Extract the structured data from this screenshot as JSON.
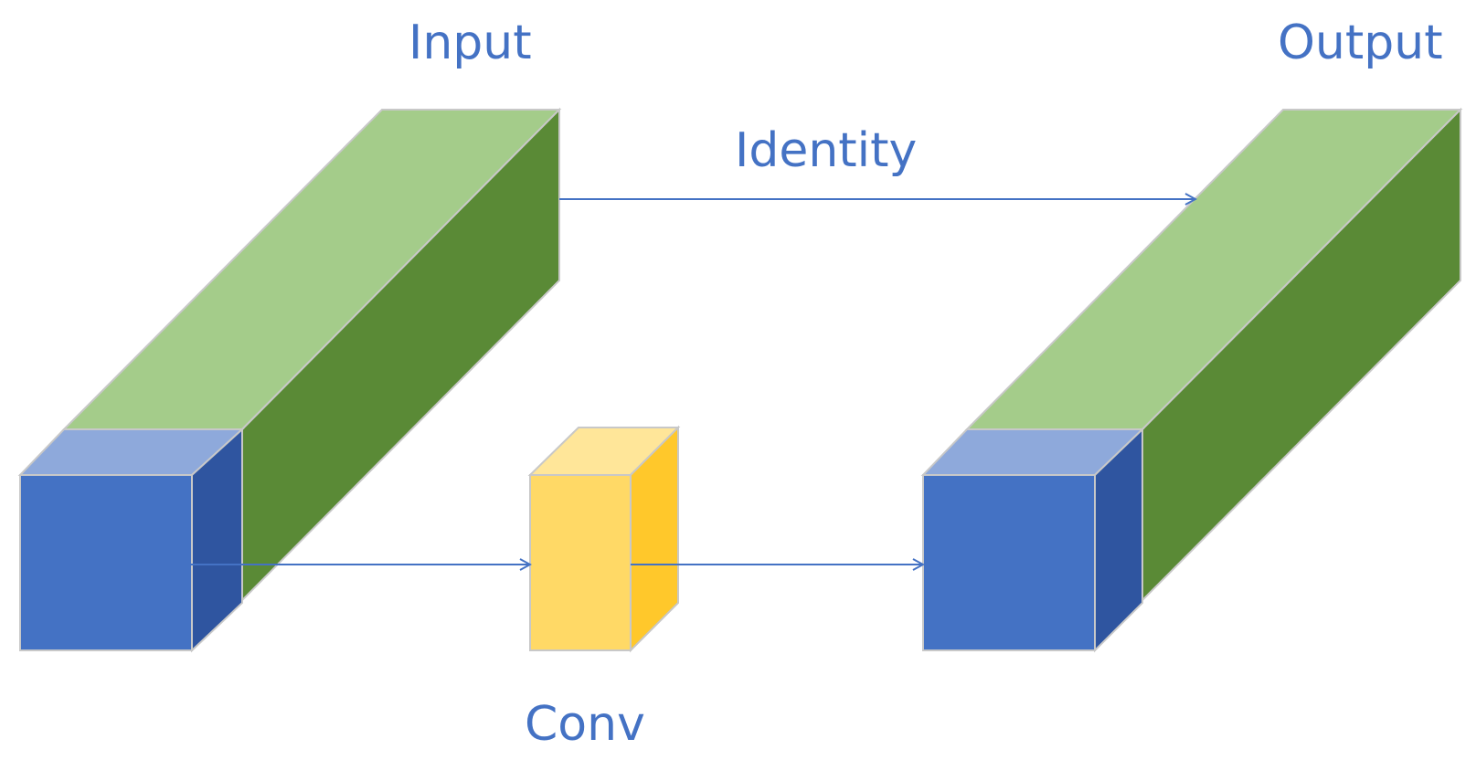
{
  "diagram": {
    "labels": {
      "input": "Input",
      "output": "Output",
      "identity": "Identity",
      "conv": "Conv"
    },
    "colors": {
      "text": "#4472c4",
      "arrow": "#4472c4",
      "green_top": "#a4cc8a",
      "green_side": "#5a8a36",
      "blue_front": "#4472c4",
      "blue_top": "#8ea9db",
      "blue_side": "#2f55a0",
      "yellow_front": "#ffd966",
      "yellow_top": "#ffe699",
      "yellow_side": "#ffc82b"
    }
  }
}
